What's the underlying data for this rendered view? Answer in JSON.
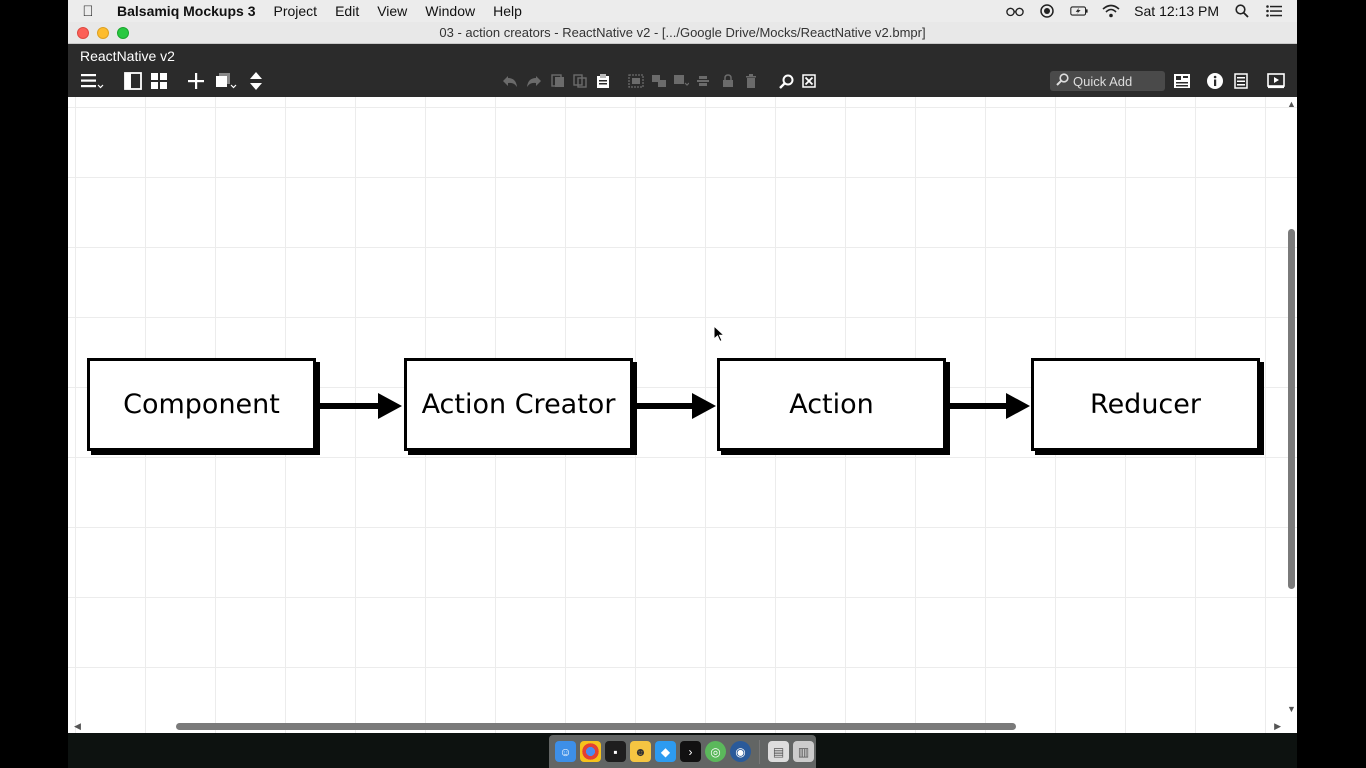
{
  "menubar": {
    "app_name": "Balsamiq Mockups 3",
    "items": [
      "Project",
      "Edit",
      "View",
      "Window",
      "Help"
    ],
    "clock": "Sat 12:13 PM"
  },
  "window": {
    "title": "03 - action creators - ReactNative v2 - [.../Google Drive/Mocks/ReactNative v2.bmpr]",
    "project_name": "ReactNative v2"
  },
  "toolbar": {
    "quick_add_placeholder": "Quick Add"
  },
  "diagram": {
    "nodes": [
      "Component",
      "Action Creator",
      "Action",
      "Reducer"
    ]
  },
  "colors": {
    "toolbar_bg": "#2b2b2b",
    "canvas_bg": "#ffffff",
    "grid": "#ececec",
    "ink": "#000000"
  }
}
